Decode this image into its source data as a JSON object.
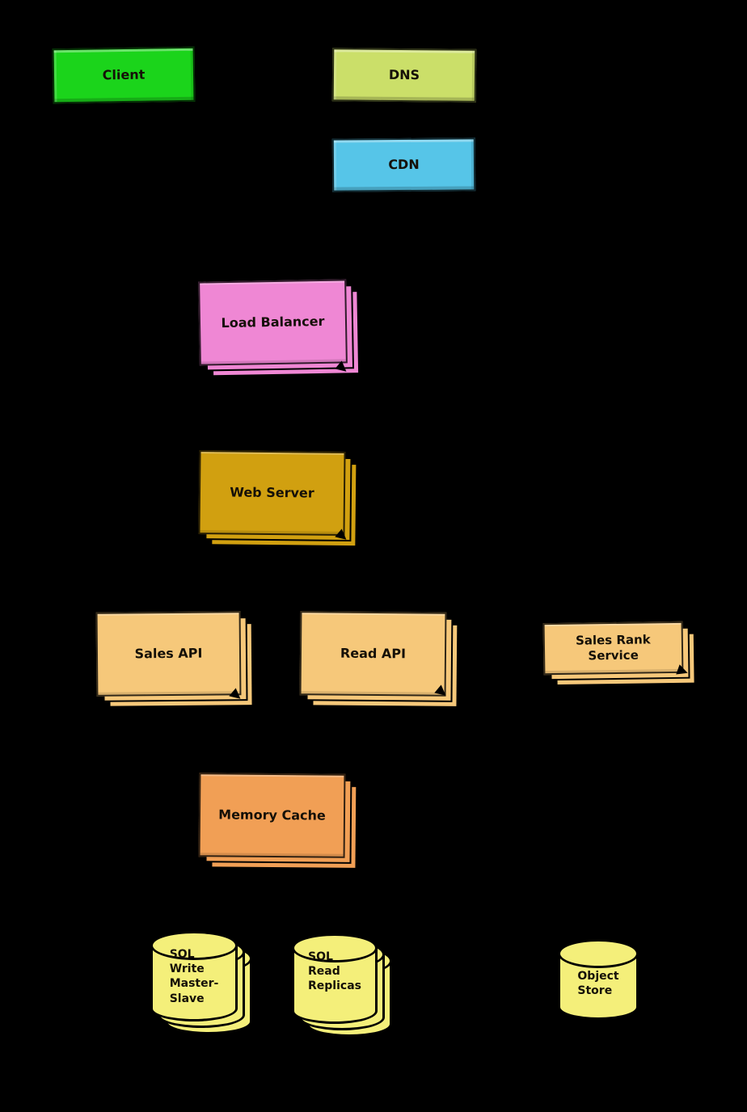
{
  "diagram": {
    "background_color": "#000000",
    "icons": {
      "arrowhead": "▶"
    },
    "nodes": {
      "client": {
        "label": "Client",
        "color": "#1bd41b",
        "shape": "box",
        "stacked": false
      },
      "dns": {
        "label": "DNS",
        "color": "#cbdf69",
        "shape": "box",
        "stacked": false
      },
      "cdn": {
        "label": "CDN",
        "color": "#56c5e8",
        "shape": "box",
        "stacked": false
      },
      "load_balancer": {
        "label": "Load Balancer",
        "color": "#ef87d4",
        "shape": "box",
        "stacked": true
      },
      "web_server": {
        "label": "Web Server",
        "color": "#d1a010",
        "shape": "box",
        "stacked": true
      },
      "sales_api": {
        "label": "Sales API",
        "color": "#f6c87a",
        "shape": "box",
        "stacked": true
      },
      "read_api": {
        "label": "Read API",
        "color": "#f6c87a",
        "shape": "box",
        "stacked": true
      },
      "sales_rank_service": {
        "label": "Sales Rank\nService",
        "color": "#f6c87a",
        "shape": "box",
        "stacked": true
      },
      "memory_cache": {
        "label": "Memory Cache",
        "color": "#f19f55",
        "shape": "box",
        "stacked": true
      },
      "sql_write_master_slave": {
        "label": "SQL\nWrite\nMaster-\nSlave",
        "color": "#f4ef7a",
        "shape": "cylinder",
        "stacked": true
      },
      "sql_read_replicas": {
        "label": "SQL\nRead\nReplicas",
        "color": "#f4ef7a",
        "shape": "cylinder",
        "stacked": true
      },
      "object_store": {
        "label": "Object\nStore",
        "color": "#f4ef7a",
        "shape": "cylinder",
        "stacked": false
      }
    }
  }
}
